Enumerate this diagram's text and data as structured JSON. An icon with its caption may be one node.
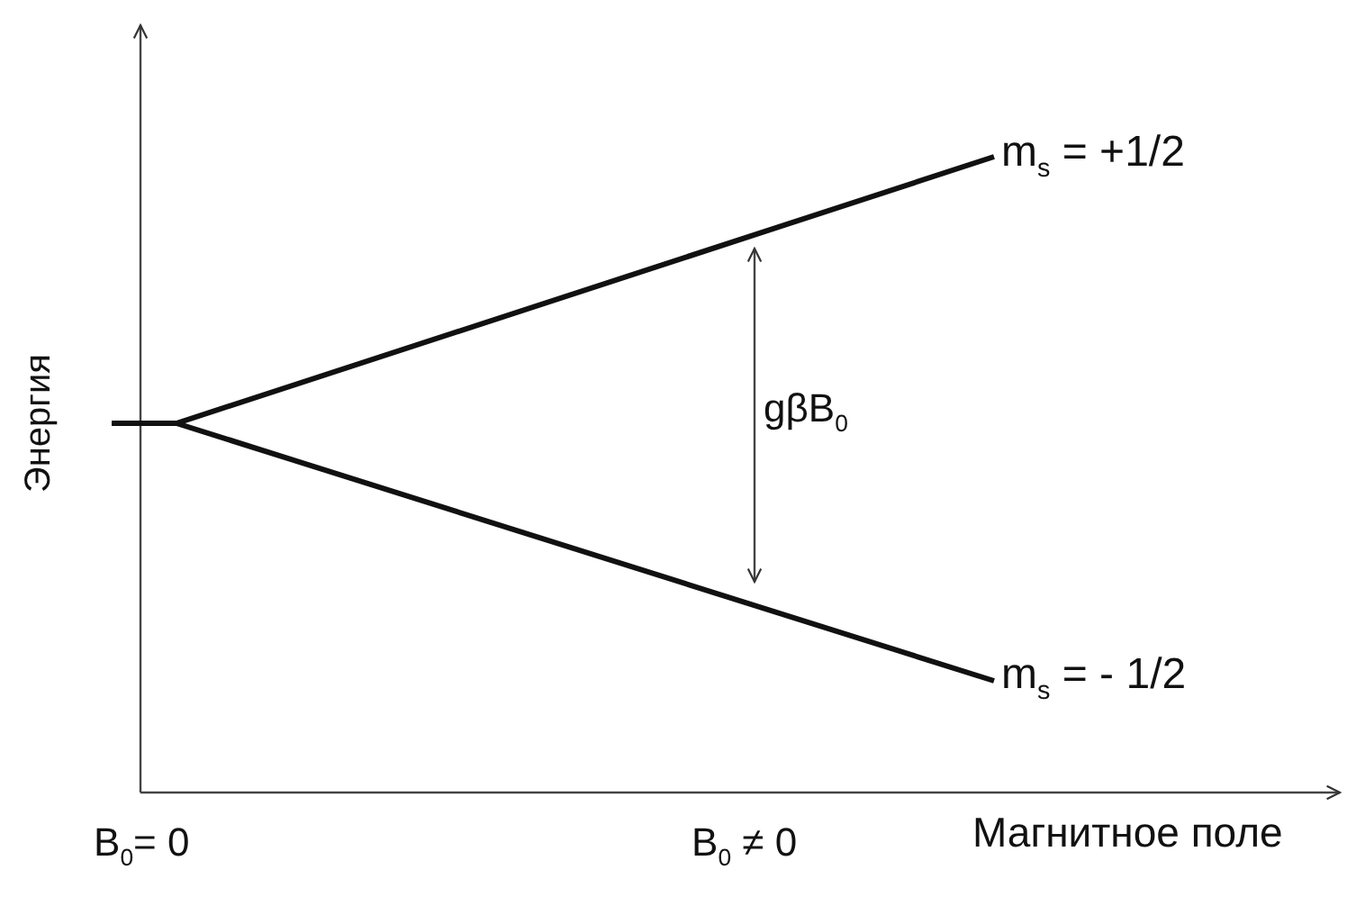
{
  "diagram": {
    "labels": [
      "Энергия",
      "m$_{s}$ = +1/2",
      "gβB$_{0}$",
      "m$_{s}$ = - 1/2",
      "B$_{0}$= 0",
      "B$_{0}$ ≠ 0",
      "Магнитное поле"
    ]
  }
}
